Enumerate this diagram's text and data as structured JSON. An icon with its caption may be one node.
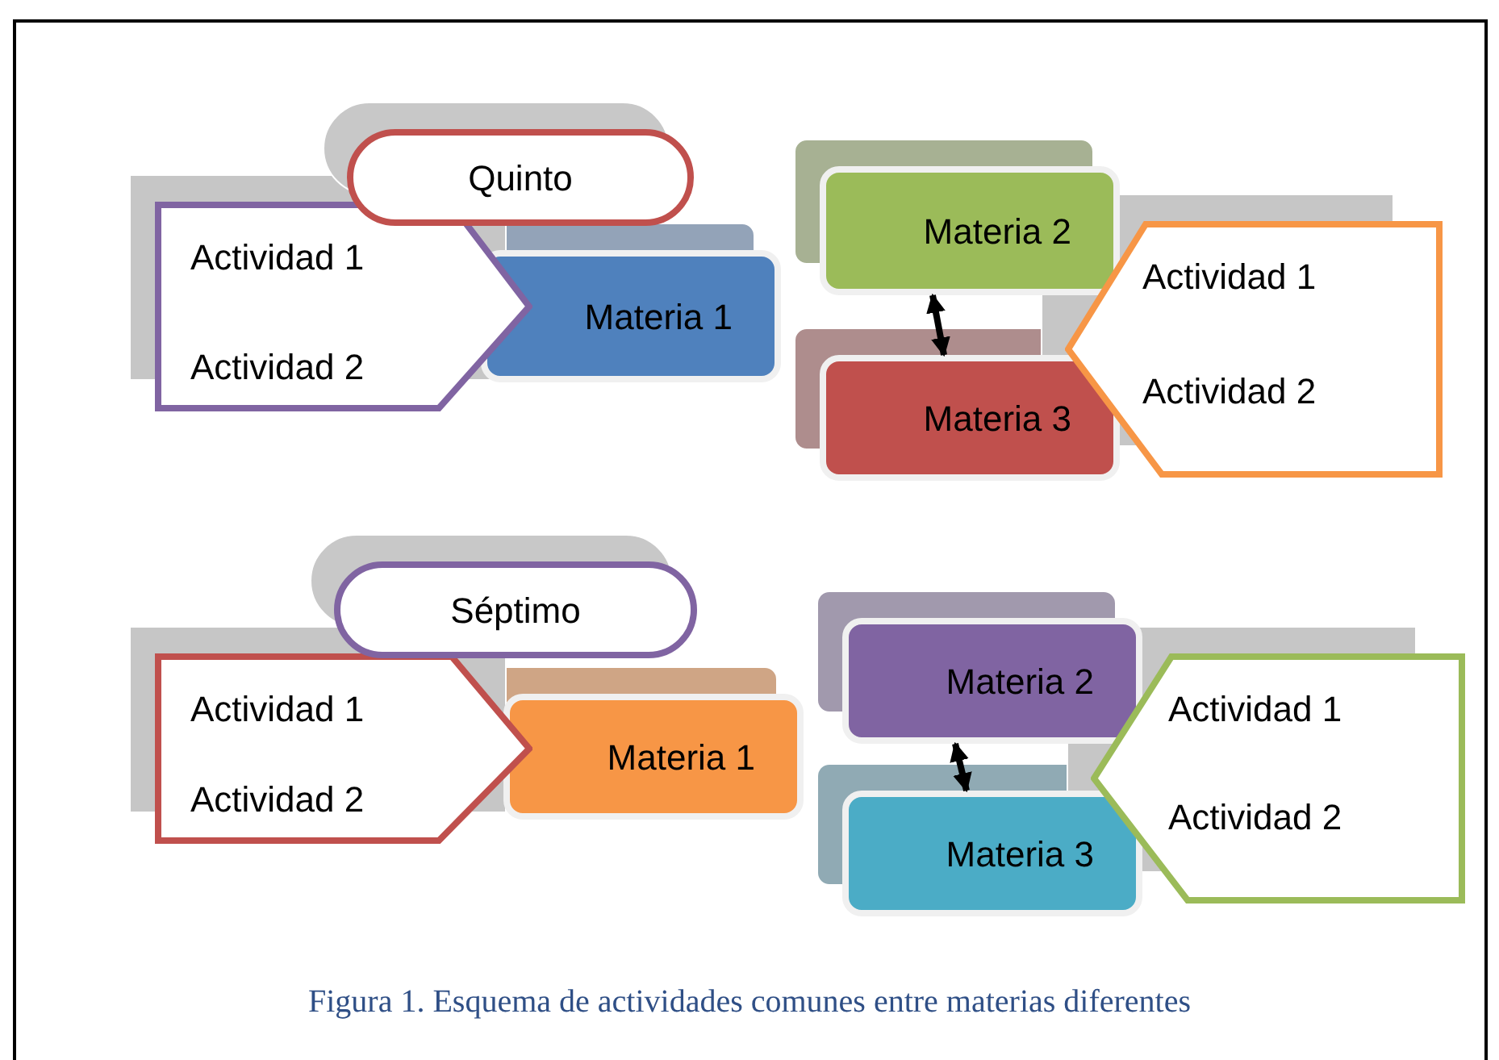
{
  "diagram": {
    "caption": "Figura 1. Esquema de actividades comunes entre materias diferentes",
    "nodes": [
      {
        "text": [
          "Quinto"
        ]
      },
      {
        "text": [
          "Actividad 1",
          "Actividad 2"
        ]
      },
      {
        "text": [
          "Materia 1"
        ]
      },
      {
        "text": [
          "Materia 2"
        ]
      },
      {
        "text": [
          "Materia 3"
        ]
      },
      {
        "text": [
          "Actividad 1",
          "Actividad 2"
        ]
      },
      {
        "text": [
          "Séptimo"
        ]
      },
      {
        "text": [
          "Actividad 1",
          "Actividad 2"
        ]
      },
      {
        "text": [
          "Materia 1"
        ]
      },
      {
        "text": [
          "Materia 2"
        ]
      },
      {
        "text": [
          "Materia 3"
        ]
      },
      {
        "text": [
          "Actividad 1",
          "Actividad 2"
        ]
      }
    ],
    "edges": [
      {
        "from": 3,
        "to": 4,
        "arrow": "both"
      },
      {
        "from": 9,
        "to": 10,
        "arrow": "both"
      }
    ]
  }
}
